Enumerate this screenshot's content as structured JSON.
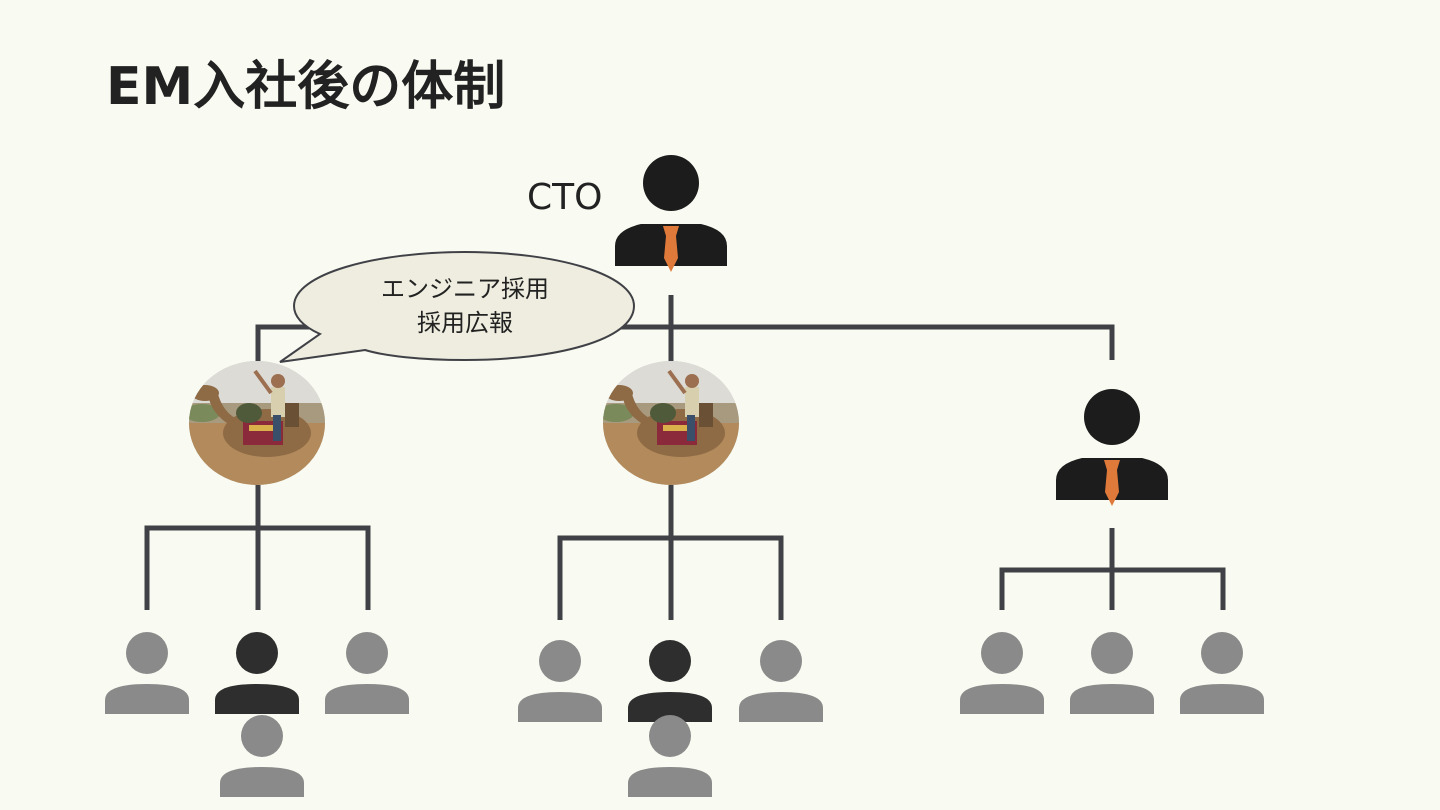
{
  "slide": {
    "title": "EM入社後の体制",
    "cto_label": "CTO",
    "bubble_lines": [
      "エンジニア採用",
      "採用広報"
    ]
  },
  "colors": {
    "background": "#f9faf1",
    "line": "#3f4146",
    "leader_body": "#1c1c1c",
    "leader_tie": "#e07a3a",
    "member_gray": "#8a8a8a",
    "member_dark": "#2e2e2e",
    "bubble_fill": "#eeeddf",
    "bubble_stroke": "#3f4146"
  },
  "icons": {
    "leader": "person-with-tie-icon",
    "member": "person-icon",
    "em_photo": "photo-person-on-camel"
  }
}
